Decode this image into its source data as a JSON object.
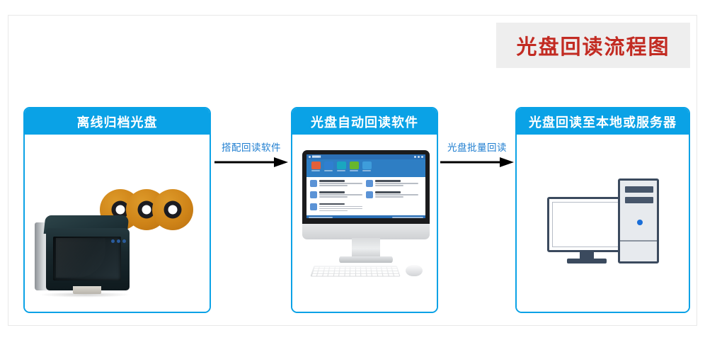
{
  "diagram": {
    "title": "光盘回读流程图",
    "title_color": "#c22b22",
    "banner_bg": "#eeeeee",
    "accent_color": "#0aa2e6",
    "connector_label_color": "#1f7ed0"
  },
  "stages": [
    {
      "id": "offline-archive-disc",
      "header": "离线归档光盘",
      "illustration": "optical-disc-library-and-discs"
    },
    {
      "id": "auto-readback-software",
      "header": "光盘自动回读软件",
      "illustration": "desktop-computer-running-software"
    },
    {
      "id": "readback-destination",
      "header": "光盘回读至本地或服务器",
      "illustration": "pc-monitor-and-tower"
    }
  ],
  "connectors": [
    {
      "id": "connector-1",
      "label": "搭配回读软件"
    },
    {
      "id": "connector-2",
      "label": "光盘批量回读"
    }
  ],
  "software_ui": {
    "toolbar_colors": [
      "#e2603a",
      "#2f7fd0",
      "#1aa7c0",
      "#67b72e",
      "#3e9ddb"
    ],
    "titlebar_color": "#2b6fb5",
    "toolbar_color": "#2e7ec4"
  },
  "disc_graphic": {
    "count": 3,
    "face_color": "#cf8418",
    "hub_color": "#1c1c20",
    "hole_color": "#fdfdfd"
  }
}
